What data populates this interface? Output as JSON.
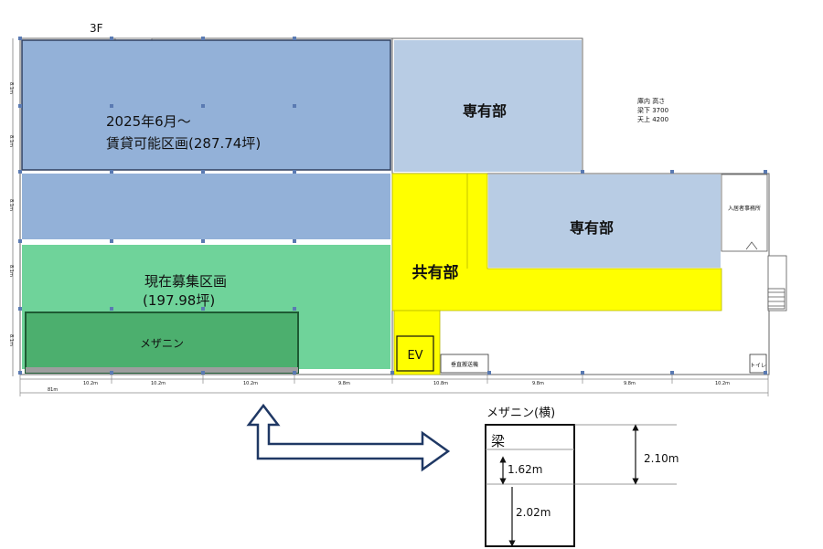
{
  "floor_label": "3F",
  "areas": {
    "available": {
      "line1": "2025年6月～",
      "line2": "賃貸可能区画(287.74坪)"
    },
    "current": {
      "line1": "現在募集区画",
      "line2": "(197.98坪)"
    },
    "mezzanine": "メザニン",
    "private_upper": "専有部",
    "private_lower": "専有部",
    "common": "共有部",
    "ev": "EV",
    "resident_office": "入居者事務所",
    "vertical_conveyor": "垂直搬送機",
    "toilet": "トイレ"
  },
  "ceiling_heights": {
    "title": "庫内 高さ",
    "beam": "梁下 3700",
    "ceiling": "天上 4200"
  },
  "dimensions": {
    "total": "81m",
    "segments": [
      "10.2m",
      "10.2m",
      "10.2m",
      "9.8m",
      "10.8m",
      "9.8m",
      "9.8m",
      "10.2m"
    ],
    "left_labels": [
      "8.1m",
      "8.1m",
      "8.1m",
      "8.1m",
      "8.1m"
    ]
  },
  "section": {
    "title": "メザニン(横)",
    "beam_label": "梁",
    "upper_height": "1.62m",
    "lower_height": "2.02m",
    "total_height": "2.10m"
  },
  "colors": {
    "blue_area": "#93b1d8",
    "light_blue_area": "#b8cce4",
    "green_area": "#6fd39a",
    "dark_green_area": "#4caf6e",
    "common_yellow": "#ffff00",
    "arrow_navy": "#1f3864"
  }
}
